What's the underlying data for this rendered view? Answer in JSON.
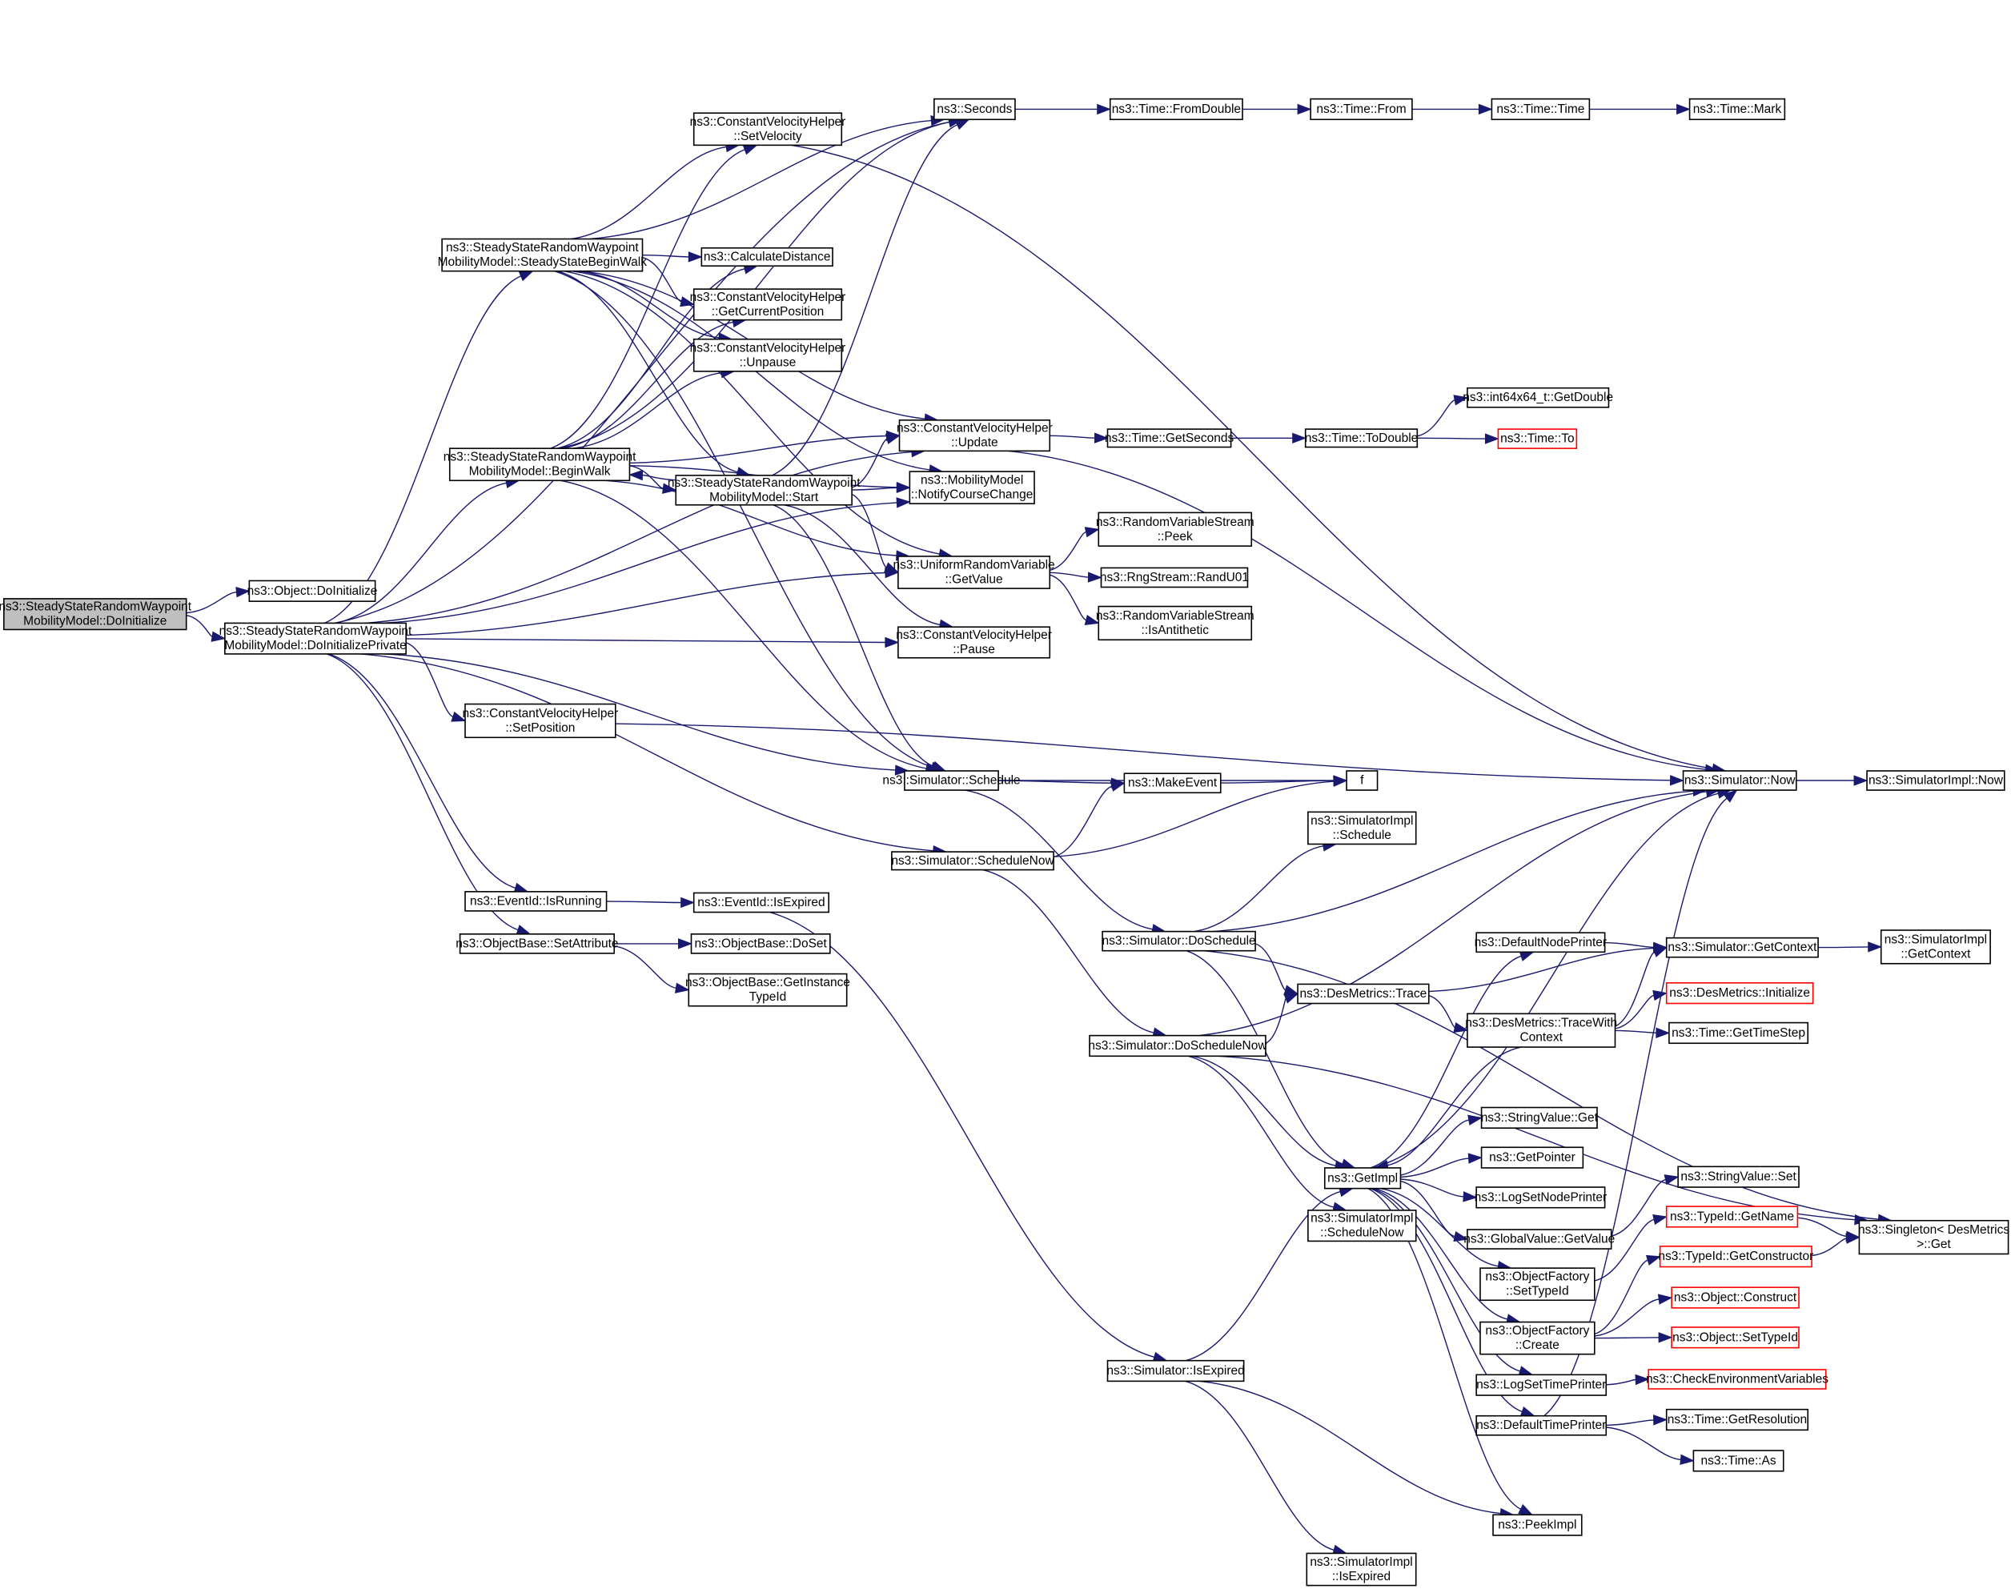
{
  "graph": {
    "type": "call-graph",
    "colors": {
      "edge": "#191970",
      "root_fill": "#bfbfbf",
      "node_border": "#000000",
      "external_border": "#ff0000"
    },
    "root": "n0",
    "nodes": [
      {
        "id": "n0",
        "lines": [
          "ns3::SteadyStateRandomWaypoint",
          "MobilityModel::DoInitialize"
        ],
        "kind": "root"
      },
      {
        "id": "n1",
        "lines": [
          "ns3::Object::DoInitialize"
        ],
        "kind": "normal"
      },
      {
        "id": "n2",
        "lines": [
          "ns3::SteadyStateRandomWaypoint",
          "MobilityModel::DoInitializePrivate"
        ],
        "kind": "normal"
      },
      {
        "id": "n3",
        "lines": [
          "ns3::SteadyStateRandomWaypoint",
          "MobilityModel::SteadyStateBeginWalk"
        ],
        "kind": "normal"
      },
      {
        "id": "n4",
        "lines": [
          "ns3::SteadyStateRandomWaypoint",
          "MobilityModel::BeginWalk"
        ],
        "kind": "normal"
      },
      {
        "id": "n5",
        "lines": [
          "ns3::SteadyStateRandomWaypoint",
          "MobilityModel::Start"
        ],
        "kind": "normal"
      },
      {
        "id": "n6",
        "lines": [
          "ns3::Seconds"
        ],
        "kind": "normal"
      },
      {
        "id": "n7",
        "lines": [
          "ns3::ConstantVelocityHelper",
          "::SetVelocity"
        ],
        "kind": "normal"
      },
      {
        "id": "n8",
        "lines": [
          "ns3::CalculateDistance"
        ],
        "kind": "normal"
      },
      {
        "id": "n9",
        "lines": [
          "ns3::ConstantVelocityHelper",
          "::GetCurrentPosition"
        ],
        "kind": "normal"
      },
      {
        "id": "n10",
        "lines": [
          "ns3::ConstantVelocityHelper",
          "::Unpause"
        ],
        "kind": "normal"
      },
      {
        "id": "n11",
        "lines": [
          "ns3::ConstantVelocityHelper",
          "::Update"
        ],
        "kind": "normal"
      },
      {
        "id": "n12",
        "lines": [
          "ns3::MobilityModel",
          "::NotifyCourseChange"
        ],
        "kind": "normal"
      },
      {
        "id": "n13",
        "lines": [
          "ns3::UniformRandomVariable",
          "::GetValue"
        ],
        "kind": "normal"
      },
      {
        "id": "n14",
        "lines": [
          "ns3::ConstantVelocityHelper",
          "::Pause"
        ],
        "kind": "normal"
      },
      {
        "id": "n15",
        "lines": [
          "ns3::ConstantVelocityHelper",
          "::SetPosition"
        ],
        "kind": "normal"
      },
      {
        "id": "n16",
        "lines": [
          "ns3::Simulator::Schedule"
        ],
        "kind": "normal"
      },
      {
        "id": "n17",
        "lines": [
          "f"
        ],
        "kind": "normal"
      },
      {
        "id": "n18",
        "lines": [
          "ns3::MakeEvent"
        ],
        "kind": "normal"
      },
      {
        "id": "n19",
        "lines": [
          "ns3::Simulator::ScheduleNow"
        ],
        "kind": "normal"
      },
      {
        "id": "n20",
        "lines": [
          "ns3::EventId::IsRunning"
        ],
        "kind": "normal"
      },
      {
        "id": "n21",
        "lines": [
          "ns3::EventId::IsExpired"
        ],
        "kind": "normal"
      },
      {
        "id": "n22",
        "lines": [
          "ns3::ObjectBase::SetAttribute"
        ],
        "kind": "normal"
      },
      {
        "id": "n23",
        "lines": [
          "ns3::ObjectBase::DoSet"
        ],
        "kind": "normal"
      },
      {
        "id": "n24",
        "lines": [
          "ns3::ObjectBase::GetInstance",
          "TypeId"
        ],
        "kind": "normal"
      },
      {
        "id": "n25",
        "lines": [
          "ns3::Time::FromDouble"
        ],
        "kind": "normal"
      },
      {
        "id": "n26",
        "lines": [
          "ns3::Time::From"
        ],
        "kind": "normal"
      },
      {
        "id": "n27",
        "lines": [
          "ns3::Time::Time"
        ],
        "kind": "normal"
      },
      {
        "id": "n28",
        "lines": [
          "ns3::Time::Mark"
        ],
        "kind": "normal"
      },
      {
        "id": "n29",
        "lines": [
          "ns3::Time::GetSeconds"
        ],
        "kind": "normal"
      },
      {
        "id": "n30",
        "lines": [
          "ns3::Time::ToDouble"
        ],
        "kind": "normal"
      },
      {
        "id": "n31",
        "lines": [
          "ns3::int64x64_t::GetDouble"
        ],
        "kind": "normal"
      },
      {
        "id": "n32",
        "lines": [
          "ns3::Time::To"
        ],
        "kind": "external"
      },
      {
        "id": "n33",
        "lines": [
          "ns3::RandomVariableStream",
          "::Peek"
        ],
        "kind": "normal"
      },
      {
        "id": "n34",
        "lines": [
          "ns3::RngStream::RandU01"
        ],
        "kind": "normal"
      },
      {
        "id": "n35",
        "lines": [
          "ns3::RandomVariableStream",
          "::IsAntithetic"
        ],
        "kind": "normal"
      },
      {
        "id": "n36",
        "lines": [
          "ns3::Simulator::Now"
        ],
        "kind": "normal"
      },
      {
        "id": "n37",
        "lines": [
          "ns3::SimulatorImpl::Now"
        ],
        "kind": "normal"
      },
      {
        "id": "n38",
        "lines": [
          "ns3::SimulatorImpl",
          "::Schedule"
        ],
        "kind": "normal"
      },
      {
        "id": "n39",
        "lines": [
          "ns3::Simulator::DoSchedule"
        ],
        "kind": "normal"
      },
      {
        "id": "n40",
        "lines": [
          "ns3::DesMetrics::Trace"
        ],
        "kind": "normal"
      },
      {
        "id": "n41",
        "lines": [
          "ns3::Simulator::DoScheduleNow"
        ],
        "kind": "normal"
      },
      {
        "id": "n42",
        "lines": [
          "ns3::DefaultNodePrinter"
        ],
        "kind": "normal"
      },
      {
        "id": "n43",
        "lines": [
          "ns3::Simulator::GetContext"
        ],
        "kind": "normal"
      },
      {
        "id": "n44",
        "lines": [
          "ns3::SimulatorImpl",
          "::GetContext"
        ],
        "kind": "normal"
      },
      {
        "id": "n45",
        "lines": [
          "ns3::DesMetrics::Initialize"
        ],
        "kind": "external"
      },
      {
        "id": "n46",
        "lines": [
          "ns3::DesMetrics::TraceWith",
          "Context"
        ],
        "kind": "normal"
      },
      {
        "id": "n47",
        "lines": [
          "ns3::Time::GetTimeStep"
        ],
        "kind": "normal"
      },
      {
        "id": "n48",
        "lines": [
          "ns3::GetImpl"
        ],
        "kind": "normal"
      },
      {
        "id": "n49",
        "lines": [
          "ns3::StringValue::Get"
        ],
        "kind": "normal"
      },
      {
        "id": "n50",
        "lines": [
          "ns3::GetPointer"
        ],
        "kind": "normal"
      },
      {
        "id": "n51",
        "lines": [
          "ns3::LogSetNodePrinter"
        ],
        "kind": "normal"
      },
      {
        "id": "n52",
        "lines": [
          "ns3::SimulatorImpl",
          "::ScheduleNow"
        ],
        "kind": "normal"
      },
      {
        "id": "n53",
        "lines": [
          "ns3::GlobalValue::GetValue"
        ],
        "kind": "normal"
      },
      {
        "id": "n54",
        "lines": [
          "ns3::StringValue::Set"
        ],
        "kind": "normal"
      },
      {
        "id": "n55",
        "lines": [
          "ns3::TypeId::GetName"
        ],
        "kind": "external"
      },
      {
        "id": "n56",
        "lines": [
          "ns3::Singleton< DesMetrics",
          ">::Get"
        ],
        "kind": "normal"
      },
      {
        "id": "n57",
        "lines": [
          "ns3::TypeId::GetConstructor"
        ],
        "kind": "external"
      },
      {
        "id": "n58",
        "lines": [
          "ns3::ObjectFactory",
          "::SetTypeId"
        ],
        "kind": "normal"
      },
      {
        "id": "n59",
        "lines": [
          "ns3::Object::Construct"
        ],
        "kind": "external"
      },
      {
        "id": "n60",
        "lines": [
          "ns3::ObjectFactory",
          "::Create"
        ],
        "kind": "normal"
      },
      {
        "id": "n61",
        "lines": [
          "ns3::Object::SetTypeId"
        ],
        "kind": "external"
      },
      {
        "id": "n62",
        "lines": [
          "ns3::LogSetTimePrinter"
        ],
        "kind": "normal"
      },
      {
        "id": "n63",
        "lines": [
          "ns3::CheckEnvironmentVariables"
        ],
        "kind": "external"
      },
      {
        "id": "n64",
        "lines": [
          "ns3::DefaultTimePrinter"
        ],
        "kind": "normal"
      },
      {
        "id": "n65",
        "lines": [
          "ns3::Time::GetResolution"
        ],
        "kind": "normal"
      },
      {
        "id": "n66",
        "lines": [
          "ns3::Time::As"
        ],
        "kind": "normal"
      },
      {
        "id": "n67",
        "lines": [
          "ns3::Simulator::IsExpired"
        ],
        "kind": "normal"
      },
      {
        "id": "n68",
        "lines": [
          "ns3::PeekImpl"
        ],
        "kind": "normal"
      },
      {
        "id": "n69",
        "lines": [
          "ns3::SimulatorImpl",
          "::IsExpired"
        ],
        "kind": "normal"
      }
    ],
    "edges": [
      [
        "n0",
        "n1"
      ],
      [
        "n0",
        "n2"
      ],
      [
        "n2",
        "n3"
      ],
      [
        "n2",
        "n4"
      ],
      [
        "n2",
        "n6"
      ],
      [
        "n2",
        "n11"
      ],
      [
        "n2",
        "n12"
      ],
      [
        "n2",
        "n13"
      ],
      [
        "n2",
        "n14"
      ],
      [
        "n2",
        "n15"
      ],
      [
        "n2",
        "n16"
      ],
      [
        "n2",
        "n19"
      ],
      [
        "n2",
        "n20"
      ],
      [
        "n2",
        "n22"
      ],
      [
        "n3",
        "n6"
      ],
      [
        "n3",
        "n7"
      ],
      [
        "n3",
        "n8"
      ],
      [
        "n3",
        "n9"
      ],
      [
        "n3",
        "n10"
      ],
      [
        "n3",
        "n11"
      ],
      [
        "n3",
        "n12"
      ],
      [
        "n3",
        "n13"
      ],
      [
        "n3",
        "n5"
      ],
      [
        "n3",
        "n16"
      ],
      [
        "n4",
        "n5"
      ],
      [
        "n4",
        "n6"
      ],
      [
        "n4",
        "n7"
      ],
      [
        "n4",
        "n8"
      ],
      [
        "n4",
        "n9"
      ],
      [
        "n4",
        "n10"
      ],
      [
        "n4",
        "n11"
      ],
      [
        "n4",
        "n12"
      ],
      [
        "n4",
        "n13"
      ],
      [
        "n4",
        "n16"
      ],
      [
        "n5",
        "n4"
      ],
      [
        "n5",
        "n6"
      ],
      [
        "n5",
        "n11"
      ],
      [
        "n5",
        "n12"
      ],
      [
        "n5",
        "n13"
      ],
      [
        "n5",
        "n14"
      ],
      [
        "n5",
        "n16"
      ],
      [
        "n6",
        "n25"
      ],
      [
        "n25",
        "n26"
      ],
      [
        "n26",
        "n27"
      ],
      [
        "n27",
        "n28"
      ],
      [
        "n7",
        "n36"
      ],
      [
        "n11",
        "n29"
      ],
      [
        "n11",
        "n36"
      ],
      [
        "n29",
        "n30"
      ],
      [
        "n30",
        "n31"
      ],
      [
        "n30",
        "n32"
      ],
      [
        "n13",
        "n33"
      ],
      [
        "n13",
        "n34"
      ],
      [
        "n13",
        "n35"
      ],
      [
        "n15",
        "n36"
      ],
      [
        "n16",
        "n17"
      ],
      [
        "n16",
        "n18"
      ],
      [
        "n16",
        "n39"
      ],
      [
        "n18",
        "n17"
      ],
      [
        "n19",
        "n18"
      ],
      [
        "n19",
        "n17"
      ],
      [
        "n19",
        "n41"
      ],
      [
        "n20",
        "n21"
      ],
      [
        "n21",
        "n67"
      ],
      [
        "n22",
        "n23"
      ],
      [
        "n22",
        "n24"
      ],
      [
        "n36",
        "n37"
      ],
      [
        "n39",
        "n38"
      ],
      [
        "n39",
        "n36"
      ],
      [
        "n39",
        "n40"
      ],
      [
        "n39",
        "n48"
      ],
      [
        "n39",
        "n56"
      ],
      [
        "n41",
        "n36"
      ],
      [
        "n41",
        "n40"
      ],
      [
        "n41",
        "n48"
      ],
      [
        "n41",
        "n52"
      ],
      [
        "n41",
        "n56"
      ],
      [
        "n40",
        "n43"
      ],
      [
        "n40",
        "n46"
      ],
      [
        "n46",
        "n43"
      ],
      [
        "n46",
        "n45"
      ],
      [
        "n46",
        "n47"
      ],
      [
        "n46",
        "n48"
      ],
      [
        "n42",
        "n43"
      ],
      [
        "n43",
        "n44"
      ],
      [
        "n48",
        "n36"
      ],
      [
        "n48",
        "n42"
      ],
      [
        "n48",
        "n49"
      ],
      [
        "n48",
        "n50"
      ],
      [
        "n48",
        "n51"
      ],
      [
        "n48",
        "n53"
      ],
      [
        "n48",
        "n58"
      ],
      [
        "n48",
        "n60"
      ],
      [
        "n48",
        "n62"
      ],
      [
        "n48",
        "n64"
      ],
      [
        "n48",
        "n68"
      ],
      [
        "n53",
        "n54"
      ],
      [
        "n58",
        "n55"
      ],
      [
        "n55",
        "n56"
      ],
      [
        "n57",
        "n56"
      ],
      [
        "n60",
        "n57"
      ],
      [
        "n60",
        "n59"
      ],
      [
        "n60",
        "n61"
      ],
      [
        "n62",
        "n63"
      ],
      [
        "n64",
        "n36"
      ],
      [
        "n64",
        "n65"
      ],
      [
        "n64",
        "n66"
      ],
      [
        "n67",
        "n48"
      ],
      [
        "n67",
        "n68"
      ],
      [
        "n67",
        "n69"
      ]
    ]
  }
}
